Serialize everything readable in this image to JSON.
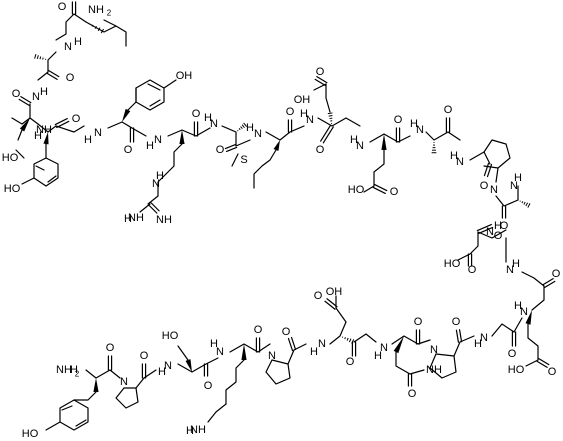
{
  "atoms": {
    "o": "O",
    "nh": "NH",
    "n": "N",
    "h": "H",
    "oh": "OH",
    "ho": "HO",
    "nh2": "NH",
    "h2n": "H",
    "two": "2",
    "s": "S"
  }
}
